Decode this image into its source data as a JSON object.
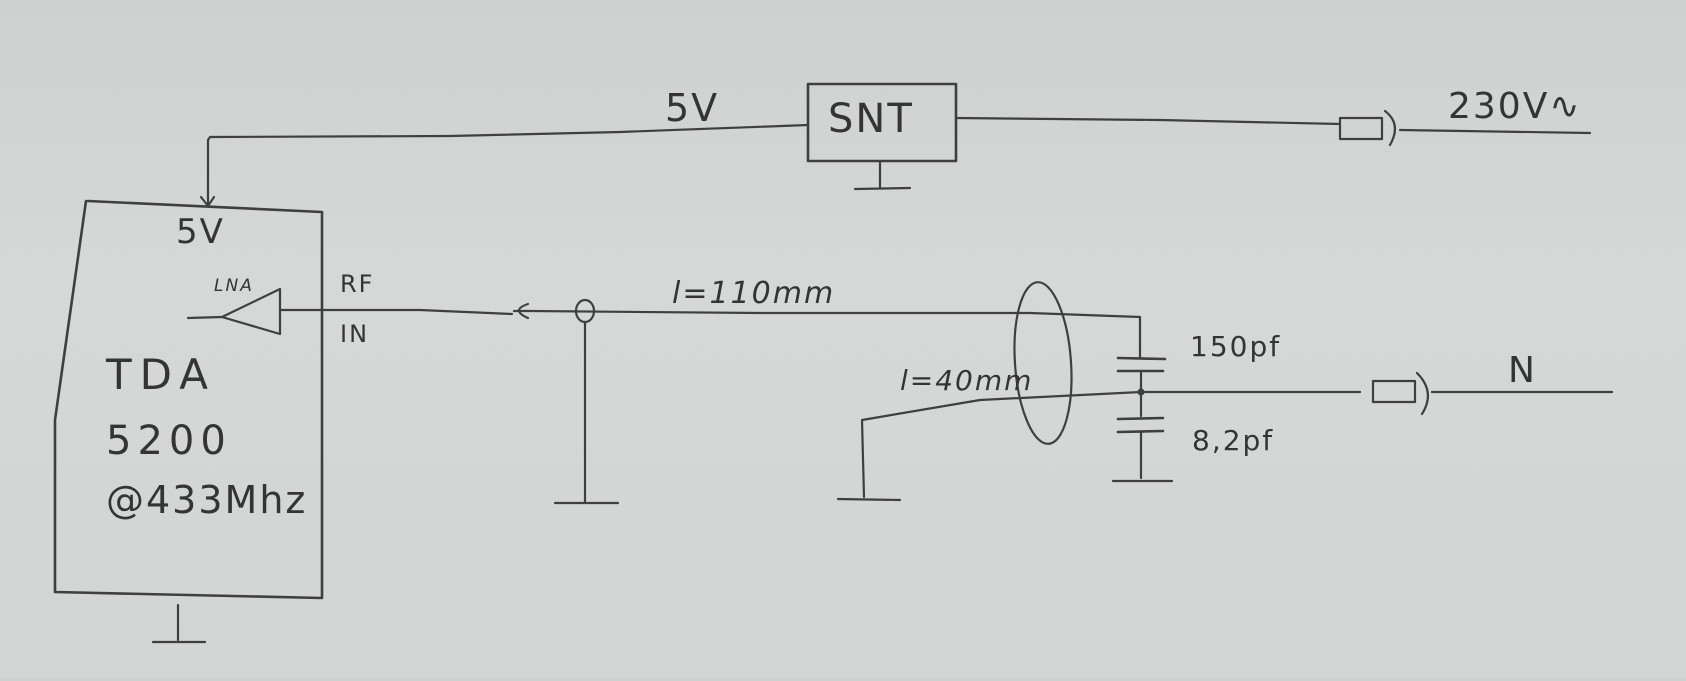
{
  "labels": {
    "supply_voltage": "5V",
    "psu": "SNT",
    "mains": "230V∿",
    "chip_supply": "5V",
    "lna": "LNA",
    "rf_in_top": "RF",
    "rf_in_bottom": "IN",
    "chip_name": "TDA",
    "chip_number": "5200",
    "chip_freq": "@433Mhz",
    "coax_length": "l=110mm",
    "loop_length": "l=40mm",
    "cap_top": "150pf",
    "cap_bottom": "8,2pf",
    "neutral": "N"
  }
}
